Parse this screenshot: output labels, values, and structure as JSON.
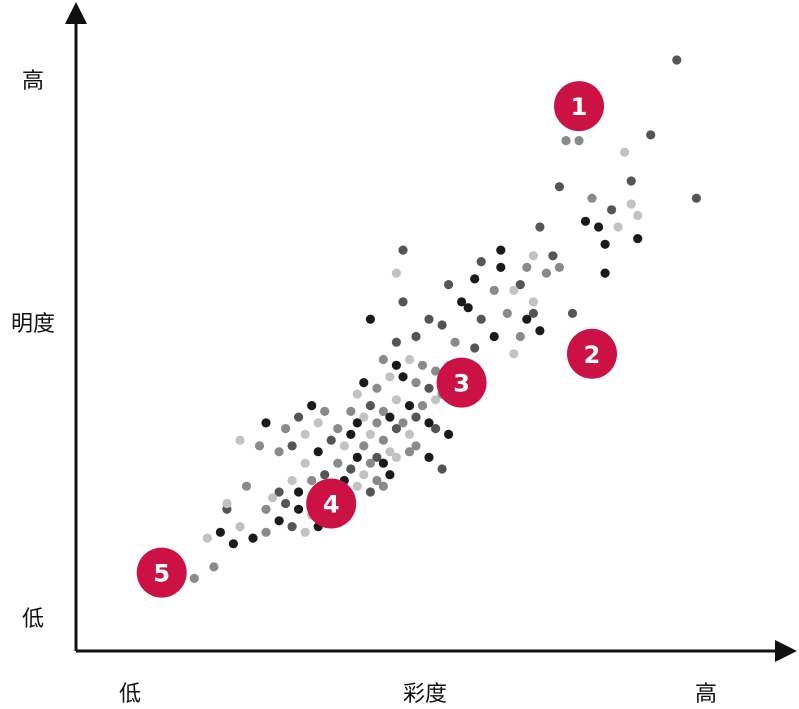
{
  "chart_data": {
    "type": "scatter",
    "title": "",
    "xlabel": "彩度",
    "ylabel": "明度",
    "x_tick_labels": [
      "低",
      "高"
    ],
    "y_tick_labels": [
      "高",
      "低"
    ],
    "xlim": [
      0,
      100
    ],
    "ylim": [
      0,
      100
    ],
    "grid": false,
    "colors": {
      "axis": "#111111",
      "marker": "#cc1144",
      "marker_text": "#ffffff",
      "dot_shades": [
        "#1a1a1a",
        "#555555",
        "#8a8a8a",
        "#c2c2c2"
      ]
    },
    "markers": [
      {
        "label": "1",
        "x": 75,
        "y": 92
      },
      {
        "label": "2",
        "x": 77,
        "y": 49
      },
      {
        "label": "3",
        "x": 57,
        "y": 44
      },
      {
        "label": "4",
        "x": 37,
        "y": 23
      },
      {
        "label": "5",
        "x": 11,
        "y": 11
      }
    ],
    "points": [
      {
        "x": 90,
        "y": 100,
        "s": 1
      },
      {
        "x": 86,
        "y": 87,
        "s": 1
      },
      {
        "x": 75,
        "y": 86,
        "s": 2
      },
      {
        "x": 73,
        "y": 86,
        "s": 2
      },
      {
        "x": 72,
        "y": 78,
        "s": 1
      },
      {
        "x": 82,
        "y": 84,
        "s": 3
      },
      {
        "x": 83,
        "y": 79,
        "s": 1
      },
      {
        "x": 93,
        "y": 76,
        "s": 1
      },
      {
        "x": 83,
        "y": 75,
        "s": 3
      },
      {
        "x": 77,
        "y": 76,
        "s": 2
      },
      {
        "x": 80,
        "y": 74,
        "s": 1
      },
      {
        "x": 81,
        "y": 71,
        "s": 3
      },
      {
        "x": 78,
        "y": 71,
        "s": 0
      },
      {
        "x": 76,
        "y": 72,
        "s": 0
      },
      {
        "x": 84,
        "y": 73,
        "s": 3
      },
      {
        "x": 84,
        "y": 69,
        "s": 0
      },
      {
        "x": 69,
        "y": 71,
        "s": 1
      },
      {
        "x": 79,
        "y": 68,
        "s": 0
      },
      {
        "x": 79,
        "y": 63,
        "s": 0
      },
      {
        "x": 74,
        "y": 56,
        "s": 1
      },
      {
        "x": 72,
        "y": 64,
        "s": 2
      },
      {
        "x": 71,
        "y": 66,
        "s": 1
      },
      {
        "x": 70,
        "y": 63,
        "s": 2
      },
      {
        "x": 68,
        "y": 66,
        "s": 3
      },
      {
        "x": 67,
        "y": 64,
        "s": 2
      },
      {
        "x": 66,
        "y": 61,
        "s": 1
      },
      {
        "x": 65,
        "y": 60,
        "s": 3
      },
      {
        "x": 68,
        "y": 58,
        "s": 3
      },
      {
        "x": 63,
        "y": 67,
        "s": 0
      },
      {
        "x": 63,
        "y": 64,
        "s": 0
      },
      {
        "x": 60,
        "y": 65,
        "s": 1
      },
      {
        "x": 59,
        "y": 62,
        "s": 0
      },
      {
        "x": 62,
        "y": 60,
        "s": 2
      },
      {
        "x": 68,
        "y": 56,
        "s": 1
      },
      {
        "x": 67,
        "y": 55,
        "s": 0
      },
      {
        "x": 69,
        "y": 53,
        "s": 0
      },
      {
        "x": 64,
        "y": 56,
        "s": 2
      },
      {
        "x": 66,
        "y": 52,
        "s": 2
      },
      {
        "x": 65,
        "y": 49,
        "s": 3
      },
      {
        "x": 62,
        "y": 52,
        "s": 0
      },
      {
        "x": 60,
        "y": 55,
        "s": 1
      },
      {
        "x": 58,
        "y": 57,
        "s": 0
      },
      {
        "x": 59,
        "y": 50,
        "s": 1
      },
      {
        "x": 56,
        "y": 51,
        "s": 2
      },
      {
        "x": 54,
        "y": 54,
        "s": 1
      },
      {
        "x": 55,
        "y": 61,
        "s": 1
      },
      {
        "x": 57,
        "y": 58,
        "s": 0
      },
      {
        "x": 52,
        "y": 55,
        "s": 1
      },
      {
        "x": 50,
        "y": 52,
        "s": 1
      },
      {
        "x": 47,
        "y": 51,
        "s": 1
      },
      {
        "x": 48,
        "y": 67,
        "s": 1
      },
      {
        "x": 47,
        "y": 63,
        "s": 3
      },
      {
        "x": 48,
        "y": 58,
        "s": 1
      },
      {
        "x": 43,
        "y": 55,
        "s": 0
      },
      {
        "x": 45,
        "y": 48,
        "s": 2
      },
      {
        "x": 47,
        "y": 47,
        "s": 0
      },
      {
        "x": 49,
        "y": 48,
        "s": 3
      },
      {
        "x": 51,
        "y": 47,
        "s": 2
      },
      {
        "x": 53,
        "y": 46,
        "s": 2
      },
      {
        "x": 55,
        "y": 47,
        "s": 3
      },
      {
        "x": 52,
        "y": 43,
        "s": 1
      },
      {
        "x": 54,
        "y": 42,
        "s": 2
      },
      {
        "x": 50,
        "y": 44,
        "s": 2
      },
      {
        "x": 48,
        "y": 45,
        "s": 0
      },
      {
        "x": 46,
        "y": 45,
        "s": 3
      },
      {
        "x": 44,
        "y": 43,
        "s": 2
      },
      {
        "x": 42,
        "y": 44,
        "s": 0
      },
      {
        "x": 41,
        "y": 42,
        "s": 3
      },
      {
        "x": 43,
        "y": 40,
        "s": 1
      },
      {
        "x": 45,
        "y": 39,
        "s": 2
      },
      {
        "x": 47,
        "y": 41,
        "s": 3
      },
      {
        "x": 49,
        "y": 40,
        "s": 0
      },
      {
        "x": 51,
        "y": 40,
        "s": 2
      },
      {
        "x": 53,
        "y": 41,
        "s": 3
      },
      {
        "x": 50,
        "y": 38,
        "s": 1
      },
      {
        "x": 48,
        "y": 37,
        "s": 2
      },
      {
        "x": 46,
        "y": 38,
        "s": 0
      },
      {
        "x": 44,
        "y": 37,
        "s": 2
      },
      {
        "x": 42,
        "y": 38,
        "s": 3
      },
      {
        "x": 40,
        "y": 39,
        "s": 2
      },
      {
        "x": 41,
        "y": 37,
        "s": 0
      },
      {
        "x": 43,
        "y": 35,
        "s": 3
      },
      {
        "x": 45,
        "y": 34,
        "s": 2
      },
      {
        "x": 47,
        "y": 36,
        "s": 1
      },
      {
        "x": 49,
        "y": 35,
        "s": 3
      },
      {
        "x": 52,
        "y": 37,
        "s": 0
      },
      {
        "x": 53,
        "y": 36,
        "s": 1
      },
      {
        "x": 55,
        "y": 35,
        "s": 0
      },
      {
        "x": 50,
        "y": 33,
        "s": 2
      },
      {
        "x": 46,
        "y": 32,
        "s": 3
      },
      {
        "x": 44,
        "y": 31,
        "s": 1
      },
      {
        "x": 42,
        "y": 33,
        "s": 2
      },
      {
        "x": 40,
        "y": 35,
        "s": 0
      },
      {
        "x": 38,
        "y": 36,
        "s": 2
      },
      {
        "x": 36,
        "y": 39,
        "s": 2
      },
      {
        "x": 35,
        "y": 37,
        "s": 3
      },
      {
        "x": 37,
        "y": 34,
        "s": 1
      },
      {
        "x": 39,
        "y": 33,
        "s": 3
      },
      {
        "x": 41,
        "y": 31,
        "s": 0
      },
      {
        "x": 43,
        "y": 30,
        "s": 2
      },
      {
        "x": 45,
        "y": 30,
        "s": 0
      },
      {
        "x": 47,
        "y": 31,
        "s": 3
      },
      {
        "x": 49,
        "y": 32,
        "s": 2
      },
      {
        "x": 52,
        "y": 31,
        "s": 0
      },
      {
        "x": 54,
        "y": 29,
        "s": 1
      },
      {
        "x": 46,
        "y": 28,
        "s": 0
      },
      {
        "x": 44,
        "y": 27,
        "s": 2
      },
      {
        "x": 42,
        "y": 28,
        "s": 3
      },
      {
        "x": 40,
        "y": 29,
        "s": 1
      },
      {
        "x": 38,
        "y": 30,
        "s": 2
      },
      {
        "x": 39,
        "y": 27,
        "s": 0
      },
      {
        "x": 41,
        "y": 26,
        "s": 3
      },
      {
        "x": 43,
        "y": 25,
        "s": 1
      },
      {
        "x": 45,
        "y": 26,
        "s": 2
      },
      {
        "x": 30,
        "y": 36,
        "s": 2
      },
      {
        "x": 32,
        "y": 38,
        "s": 1
      },
      {
        "x": 34,
        "y": 40,
        "s": 0
      },
      {
        "x": 33,
        "y": 35,
        "s": 3
      },
      {
        "x": 31,
        "y": 33,
        "s": 1
      },
      {
        "x": 29,
        "y": 32,
        "s": 2
      },
      {
        "x": 35,
        "y": 32,
        "s": 0
      },
      {
        "x": 33,
        "y": 30,
        "s": 3
      },
      {
        "x": 36,
        "y": 28,
        "s": 1
      },
      {
        "x": 34,
        "y": 27,
        "s": 2
      },
      {
        "x": 31,
        "y": 27,
        "s": 3
      },
      {
        "x": 29,
        "y": 25,
        "s": 1
      },
      {
        "x": 32,
        "y": 25,
        "s": 0
      },
      {
        "x": 35,
        "y": 24,
        "s": 2
      },
      {
        "x": 37,
        "y": 26,
        "s": 0
      },
      {
        "x": 38,
        "y": 24,
        "s": 1
      },
      {
        "x": 36,
        "y": 22,
        "s": 2
      },
      {
        "x": 34,
        "y": 21,
        "s": 3
      },
      {
        "x": 32,
        "y": 22,
        "s": 0
      },
      {
        "x": 30,
        "y": 23,
        "s": 1
      },
      {
        "x": 28,
        "y": 24,
        "s": 3
      },
      {
        "x": 27,
        "y": 22,
        "s": 2
      },
      {
        "x": 29,
        "y": 20,
        "s": 0
      },
      {
        "x": 31,
        "y": 19,
        "s": 1
      },
      {
        "x": 33,
        "y": 18,
        "s": 3
      },
      {
        "x": 35,
        "y": 19,
        "s": 0
      },
      {
        "x": 27,
        "y": 18,
        "s": 2
      },
      {
        "x": 25,
        "y": 17,
        "s": 0
      },
      {
        "x": 23,
        "y": 19,
        "s": 3
      },
      {
        "x": 22,
        "y": 16,
        "s": 0
      },
      {
        "x": 21,
        "y": 22,
        "s": 1
      },
      {
        "x": 20,
        "y": 18,
        "s": 0
      },
      {
        "x": 18,
        "y": 17,
        "s": 3
      },
      {
        "x": 19,
        "y": 12,
        "s": 2
      },
      {
        "x": 16,
        "y": 10,
        "s": 2
      },
      {
        "x": 23,
        "y": 34,
        "s": 3
      },
      {
        "x": 21,
        "y": 23,
        "s": 3
      },
      {
        "x": 24,
        "y": 26,
        "s": 2
      },
      {
        "x": 26,
        "y": 33,
        "s": 2
      },
      {
        "x": 27,
        "y": 37,
        "s": 0
      },
      {
        "x": 58,
        "y": 45,
        "s": 1
      },
      {
        "x": 56,
        "y": 43,
        "s": 3
      }
    ]
  }
}
